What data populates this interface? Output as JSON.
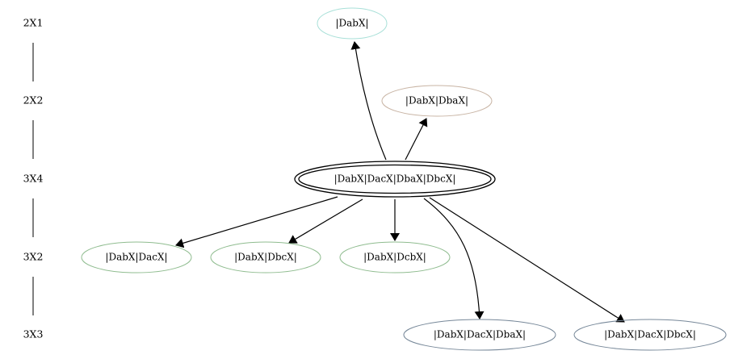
{
  "ranks": [
    {
      "id": "r1",
      "label": "2X1"
    },
    {
      "id": "r2",
      "label": "2X2"
    },
    {
      "id": "r3",
      "label": "3X4"
    },
    {
      "id": "r4",
      "label": "3X2"
    },
    {
      "id": "r5",
      "label": "3X3"
    }
  ],
  "nodes": [
    {
      "id": "n_dabx",
      "label": "|DabX|",
      "color": "#a8e0d8"
    },
    {
      "id": "n_dabx_dbax",
      "label": "|DabX|DbaX|",
      "color": "#c8b4a4"
    },
    {
      "id": "n_center",
      "label": "|DabX|DacX|DbaX|DbcX|",
      "color": "#000000"
    },
    {
      "id": "n_dabx_dacx",
      "label": "|DabX|DacX|",
      "color": "#8fbc8f"
    },
    {
      "id": "n_dabx_dbcx",
      "label": "|DabX|DbcX|",
      "color": "#8fbc8f"
    },
    {
      "id": "n_dabx_dcbx",
      "label": "|DabX|DcbX|",
      "color": "#8fbc8f"
    },
    {
      "id": "n_dabx_dacx_dbax",
      "label": "|DabX|DacX|DbaX|",
      "color": "#778899"
    },
    {
      "id": "n_dabx_dacx_dbcx",
      "label": "|DabX|DacX|DbcX|",
      "color": "#778899"
    }
  ],
  "edges": [
    {
      "from": "n_center",
      "to": "n_dabx"
    },
    {
      "from": "n_center",
      "to": "n_dabx_dbax"
    },
    {
      "from": "n_center",
      "to": "n_dabx_dacx"
    },
    {
      "from": "n_center",
      "to": "n_dabx_dbcx"
    },
    {
      "from": "n_center",
      "to": "n_dabx_dcbx"
    },
    {
      "from": "n_center",
      "to": "n_dabx_dacx_dbax"
    },
    {
      "from": "n_center",
      "to": "n_dabx_dacx_dbcx"
    }
  ]
}
